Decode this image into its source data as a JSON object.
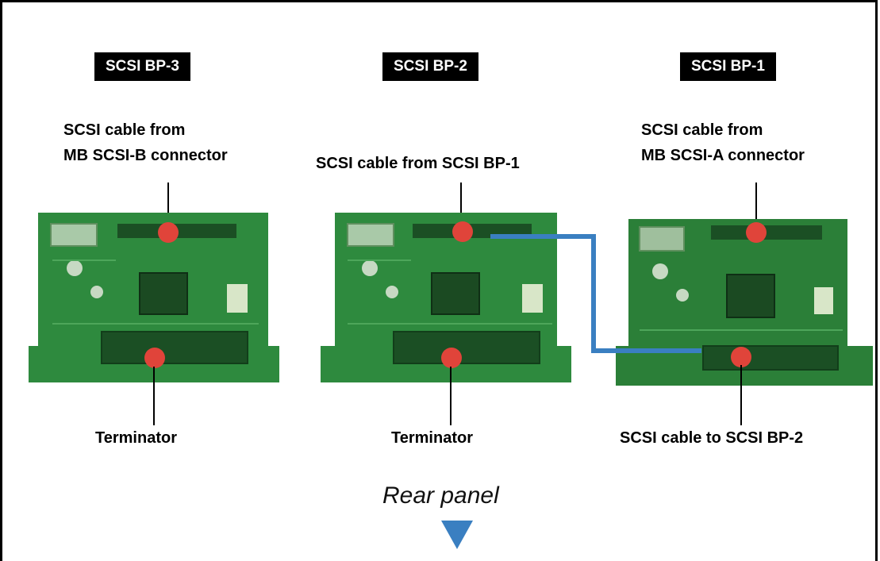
{
  "panels": [
    {
      "badge": "SCSI BP-3",
      "top_label_line1": "SCSI cable from",
      "top_label_line2": "MB SCSI-B connector",
      "bottom_label": "Terminator"
    },
    {
      "badge": "SCSI BP-2",
      "top_label_line1": "SCSI cable from SCSI BP-1",
      "bottom_label": "Terminator"
    },
    {
      "badge": "SCSI BP-1",
      "top_label_line1": "SCSI cable from",
      "top_label_line2": "MB SCSI-A connector",
      "bottom_label": "SCSI cable to SCSI BP-2"
    }
  ],
  "rear_panel_label": "Rear panel",
  "colors": {
    "board_green": "#2e8a3e",
    "board_dark": "#1f6b2c",
    "marker_red": "#e0443a",
    "cable_blue": "#3a7fc1",
    "arrow_blue": "#3a7fc1"
  }
}
